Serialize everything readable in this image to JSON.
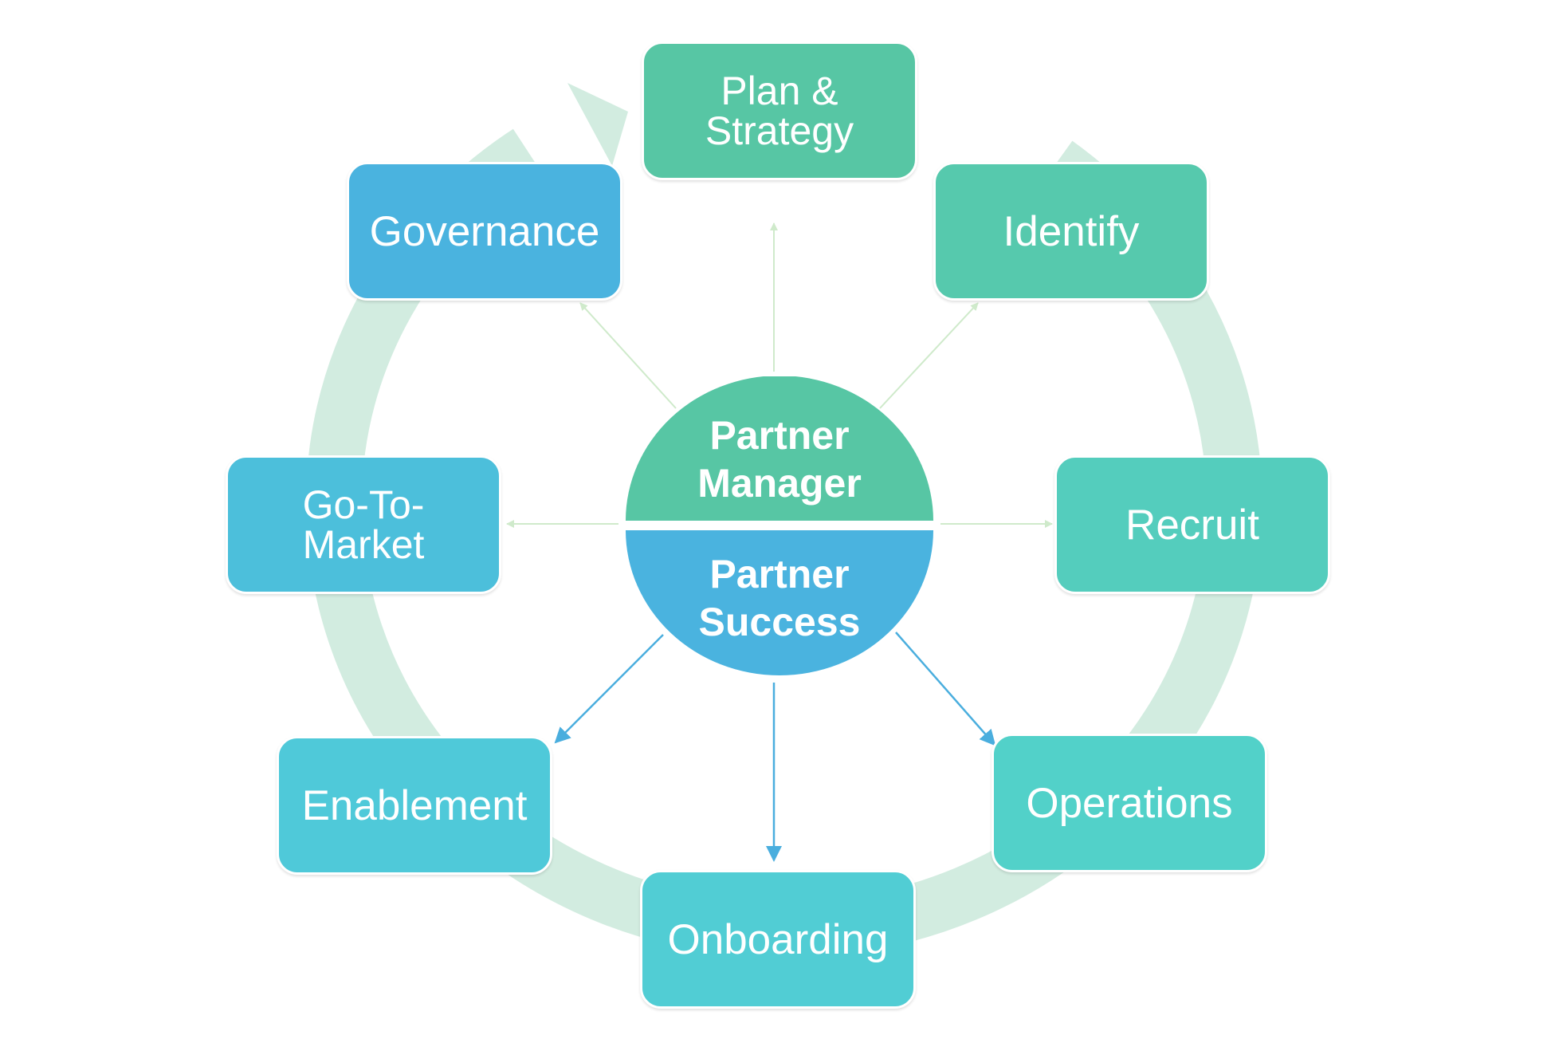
{
  "stages": [
    {
      "id": "plan-strategy",
      "label": "Plan &\nStrategy",
      "color": "#57c6a4"
    },
    {
      "id": "identify",
      "label": "Identify",
      "color": "#56c9ad"
    },
    {
      "id": "recruit",
      "label": "Recruit",
      "color": "#54cdbd"
    },
    {
      "id": "operations",
      "label": "Operations",
      "color": "#52d1c9"
    },
    {
      "id": "onboarding",
      "label": "Onboarding",
      "color": "#51cdd4"
    },
    {
      "id": "enablement",
      "label": "Enablement",
      "color": "#4fc9d9"
    },
    {
      "id": "go-to-market",
      "label": "Go-To-\nMarket",
      "color": "#4cbfdb"
    },
    {
      "id": "governance",
      "label": "Governance",
      "color": "#4ab3df"
    }
  ],
  "hub": {
    "top_label": "Partner\nManager",
    "bottom_label": "Partner\nSuccess",
    "top_color": "#57c6a4",
    "bottom_color": "#4ab3df"
  },
  "colors": {
    "ring": "#d2ece0",
    "manager_arrow": "#cfeacb",
    "success_arrow": "#4aaede"
  }
}
